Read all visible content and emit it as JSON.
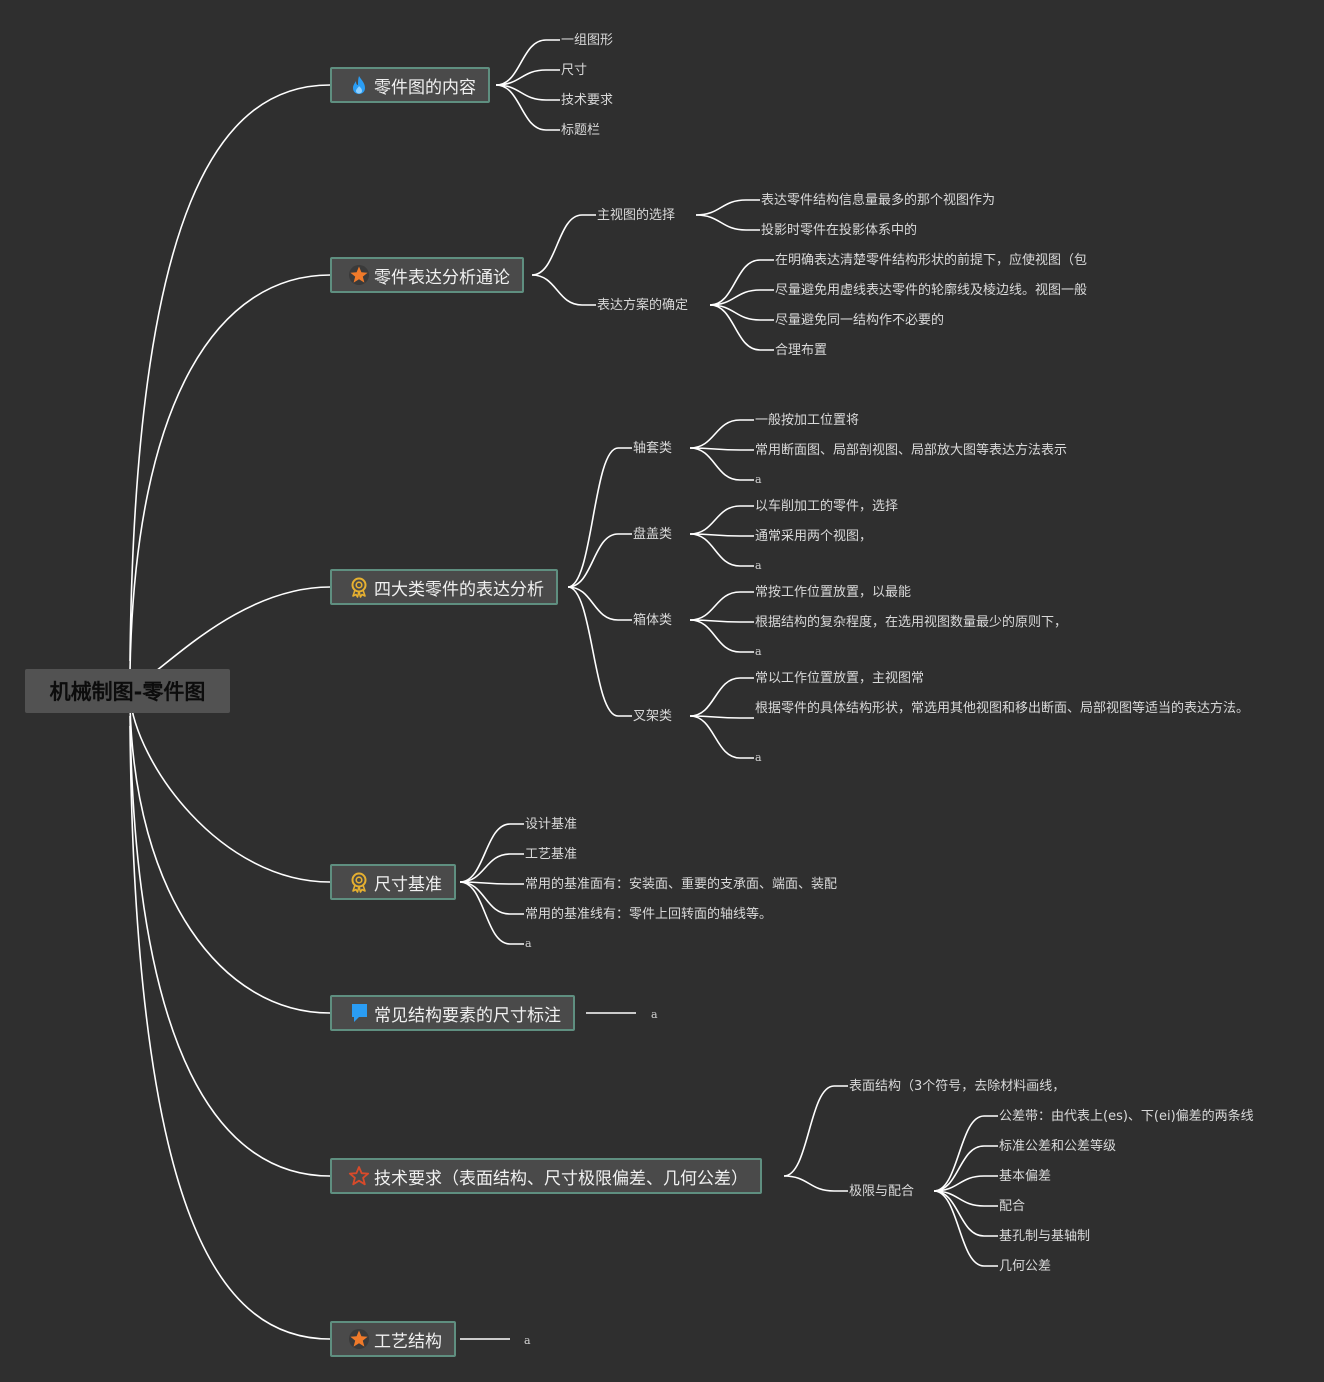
{
  "root": {
    "title": "机械制图-零件图"
  },
  "branches": [
    {
      "title": "零件图的内容",
      "icon": "flame-icon",
      "leaves": [
        "一组图形",
        "尺寸",
        "技术要求",
        "标题栏"
      ]
    },
    {
      "title": "零件表达分析通论",
      "icon": "star-icon",
      "subs": [
        {
          "title": "主视图的选择",
          "leaves": [
            "表达零件结构信息量最多的那个视图作为",
            "投影时零件在投影体系中的"
          ]
        },
        {
          "title": "表达方案的确定",
          "leaves": [
            "在明确表达清楚零件结构形状的前提下，应使视图（包",
            "尽量避免用虚线表达零件的轮廓线及棱边线。视图一般",
            "尽量避免同一结构作不必要的",
            "合理布置"
          ]
        }
      ]
    },
    {
      "title": "四大类零件的表达分析",
      "icon": "award-icon",
      "subs": [
        {
          "title": "轴套类",
          "leaves": [
            "一般按加工位置将",
            "常用断面图、局部剖视图、局部放大图等表达方法表示",
            "a"
          ]
        },
        {
          "title": "盘盖类",
          "leaves": [
            "以车削加工的零件，选择",
            "通常采用两个视图，",
            "a"
          ]
        },
        {
          "title": "箱体类",
          "leaves": [
            "常按工作位置放置，以最能",
            "根据结构的复杂程度，在选用视图数量最少的原则下，",
            "a"
          ]
        },
        {
          "title": "叉架类",
          "leaves": [
            "常以工作位置放置，主视图常",
            "根据零件的具体结构形状，常选用其他视图和移出断面、局部视图等适当的表达方法。",
            "a"
          ]
        }
      ]
    },
    {
      "title": "尺寸基准",
      "icon": "award-icon",
      "leaves": [
        "设计基准",
        "工艺基准",
        "常用的基准面有：安装面、重要的支承面、端面、装配",
        "常用的基准线有：零件上回转面的轴线等。",
        "a"
      ]
    },
    {
      "title": "常见结构要素的尺寸标注",
      "icon": "flag-icon",
      "leaves": [
        "a"
      ]
    },
    {
      "title": "技术要求（表面结构、尺寸极限偏差、几何公差）",
      "icon": "star-outline-icon",
      "subs": [
        {
          "title": "表面结构（3个符号，去除材料画线，",
          "leaves": []
        },
        {
          "title": "极限与配合",
          "leaves": [
            "公差带：由代表上(es)、下(ei)偏差的两条线",
            "标准公差和公差等级",
            "基本偏差",
            "配合",
            "基孔制与基轴制",
            "几何公差"
          ]
        }
      ]
    },
    {
      "title": "工艺结构",
      "icon": "star-icon",
      "leaves": [
        "a"
      ]
    }
  ],
  "colors": {
    "background": "#2f2f2f",
    "connector": "#ffffff",
    "topic_border": "#5f8f80",
    "flame": "#2a9df4",
    "star": "#f07a2a",
    "award": "#e6b030",
    "flag": "#2a9df4",
    "star_outline": "#d84a2a"
  }
}
